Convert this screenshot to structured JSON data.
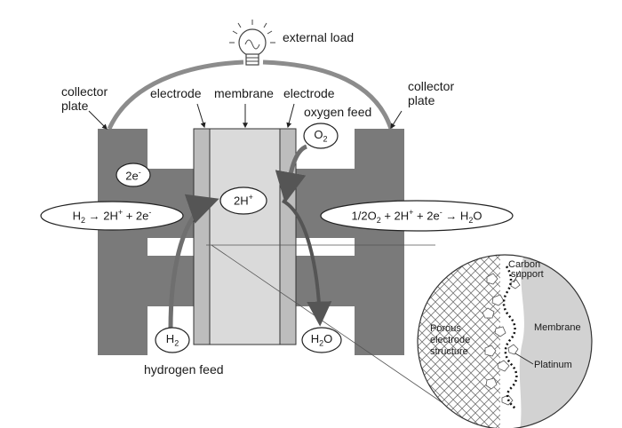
{
  "labels": {
    "external_load": "external load",
    "collector_plate_left": [
      "collector",
      "plate"
    ],
    "collector_plate_right": [
      "collector",
      "plate"
    ],
    "electrode_left": "electrode",
    "membrane": "membrane",
    "electrode_right": "electrode",
    "oxygen_feed": "oxygen feed",
    "hydrogen_feed": "hydrogen feed"
  },
  "ovals": {
    "electrons": "2e",
    "electrons_sup": "-",
    "protons": "2H",
    "protons_sup": "+",
    "o2": "O",
    "o2_sub": "2",
    "h2": "H",
    "h2_sub": "2",
    "h2o": "H",
    "h2o_sub": "2",
    "h2o_tail": "O"
  },
  "reactions": {
    "anode": {
      "p1": "H",
      "p1_sub": "2",
      "p2": " → 2H",
      "p2_sup": "+",
      "p3": " + 2e",
      "p3_sup": "-"
    },
    "cathode": {
      "p1": "1/2O",
      "p1_sub": "2",
      "p2": " + 2H",
      "p2_sup": "+",
      "p3": " + 2e",
      "p3_sup": "-",
      "p4": " → H",
      "p4_sub": "2",
      "p5": "O"
    }
  },
  "inset": {
    "carbon_support": [
      "Carbon",
      "support"
    ],
    "porous": [
      "Porous",
      "electrode",
      "structure"
    ],
    "membrane": "Membrane",
    "platinum": "Platinum"
  },
  "colors": {
    "plate": "#7a7a7a",
    "electrode": "#bdbdbd",
    "membrane": "#dadada",
    "wire": "#8c8c8c",
    "arrow": "#6f6f6f",
    "ink": "#1a1a1a"
  }
}
